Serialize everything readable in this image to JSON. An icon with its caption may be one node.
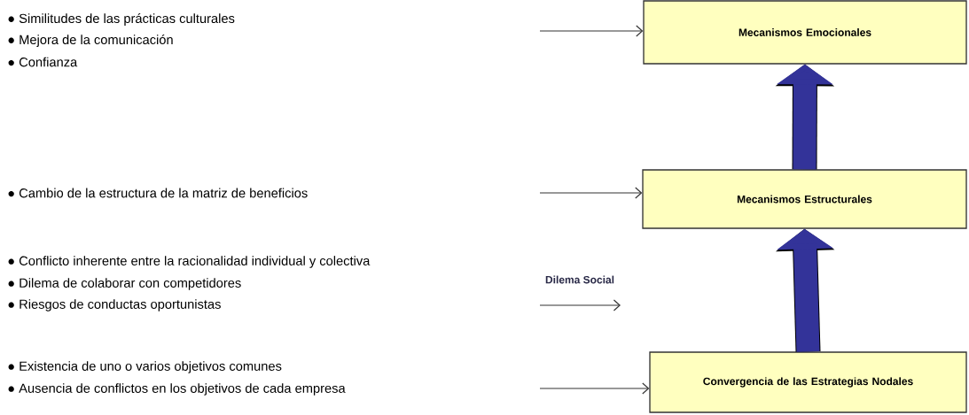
{
  "diagram": {
    "nodes": [
      {
        "text": [
          "Mecanismos Emocionales"
        ]
      },
      {
        "text": [
          "Mecanismos Estructurales"
        ]
      },
      {
        "text": [
          "Convergencia de las Estrategias Nodales"
        ]
      }
    ],
    "edges": [
      {
        "from": null,
        "to": 0,
        "arrow": "to"
      },
      {
        "from": null,
        "to": 1,
        "arrow": "to"
      },
      {
        "from": null,
        "to": 2,
        "arrow": "to"
      },
      {
        "from": 2,
        "to": 1,
        "arrow": "to",
        "style": "thick",
        "color": "#333399"
      },
      {
        "from": 1,
        "to": 0,
        "arrow": "to",
        "style": "thick",
        "color": "#333399"
      }
    ],
    "labels": [
      "● Similitudes de las prácticas culturales",
      "● Mejora de la comunicación",
      "● Confianza",
      "● Cambio de la estructura de la matriz de beneficios",
      "● Conflicto inherente entre la racionalidad individual y colectiva",
      "Dilema Social",
      "● Dilema de colaborar con competidores",
      "● Riesgos de conductas oportunistas",
      "● Existencia de uno o varios objetivos comunes",
      "● Ausencia de conflictos en los objetivos de cada empresa"
    ]
  }
}
